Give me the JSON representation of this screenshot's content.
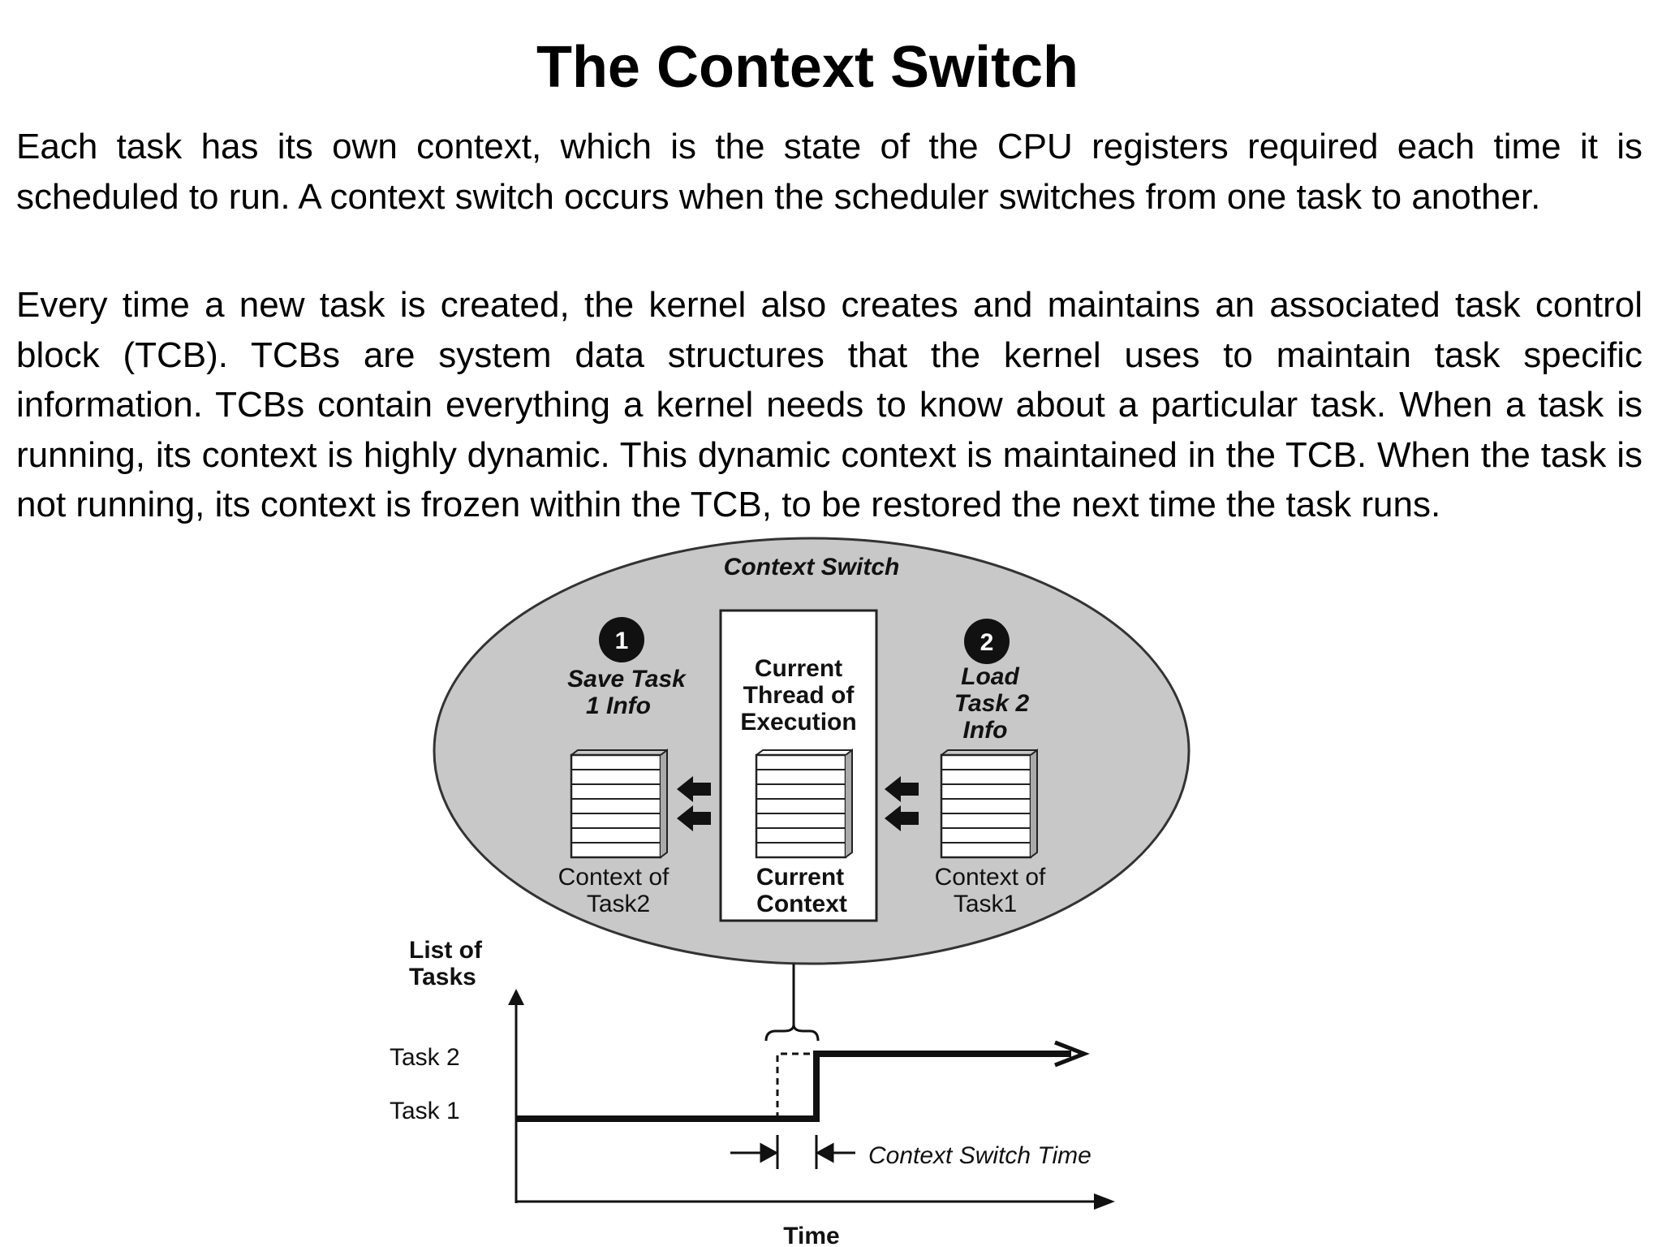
{
  "title": "The Context Switch",
  "paragraphs": [
    "Each task has its own context, which is the state of the CPU registers required each time it is scheduled to run. A context switch occurs when the scheduler switches from one task to another.",
    "Every time a new task is created, the kernel also creates and maintains an associated task control block (TCB). TCBs are system data structures that the kernel uses to maintain task specific information. TCBs contain everything a kernel needs to know about a particular task. When a task is running, its context is highly dynamic. This dynamic context is maintained in the TCB. When the task is not running, its context is frozen within the TCB, to be restored the next time the task runs."
  ],
  "diagram": {
    "ellipse_title": "Context Switch",
    "step1": {
      "number": "1",
      "label_lines": [
        "Save Task",
        "1 Info"
      ]
    },
    "step2": {
      "number": "2",
      "label_lines": [
        "Load",
        "Task 2",
        "Info"
      ]
    },
    "center_box": {
      "heading_lines": [
        "Current",
        "Thread of",
        "Execution"
      ],
      "caption_lines": [
        "Current",
        "Context"
      ]
    },
    "left_stack_caption": [
      "Context of",
      "Task2"
    ],
    "right_stack_caption": [
      "Context of",
      "Task1"
    ],
    "timeline": {
      "y_axis_label_lines": [
        "List of",
        "Tasks"
      ],
      "tasks": [
        "Task 2",
        "Task 1"
      ],
      "x_axis_label": "Time",
      "switch_time_label": "Context Switch Time"
    },
    "colors": {
      "ellipse_fill": "#c8c8c8",
      "stroke": "#111111",
      "box_fill": "#ffffff"
    }
  }
}
